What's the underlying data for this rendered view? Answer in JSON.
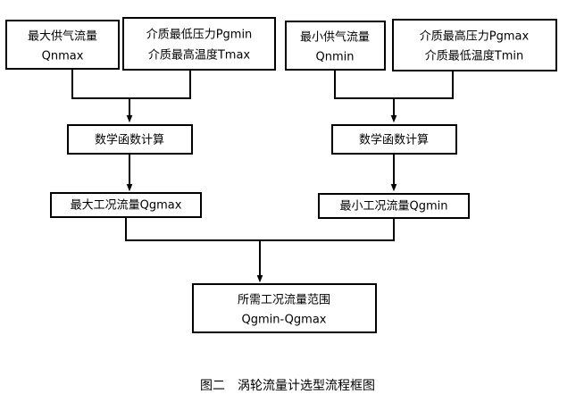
{
  "figure": {
    "caption": "图二　涡轮流量计选型流程框图",
    "caption_label": "图二",
    "caption_title": "涡轮流量计选型流程框图",
    "background_color": "#ffffff",
    "line_color": "#000000",
    "text_color": "#000000"
  },
  "nodes": {
    "max_supply_flow": {
      "line1": "最大供气流量",
      "line2": "Qnmax"
    },
    "min_pressure_max_temp": {
      "line1": "介质最低压力Pgmin",
      "line2": "介质最高温度Tmax"
    },
    "min_supply_flow": {
      "line1": "最小供气流量",
      "line2": "Qnmin"
    },
    "max_pressure_min_temp": {
      "line1": "介质最高压力Pgmax",
      "line2": "介质最低温度Tmin"
    },
    "math_calc_left": {
      "line1": "数学函数计算"
    },
    "math_calc_right": {
      "line1": "数学函数计算"
    },
    "max_working_flow": {
      "line1": "最大工况流量Qgmax"
    },
    "min_working_flow": {
      "line1": "最小工况流量Qgmin"
    },
    "required_flow_range": {
      "line1": "所需工况流量范围",
      "line2": "Qgmin-Qgmax"
    }
  }
}
